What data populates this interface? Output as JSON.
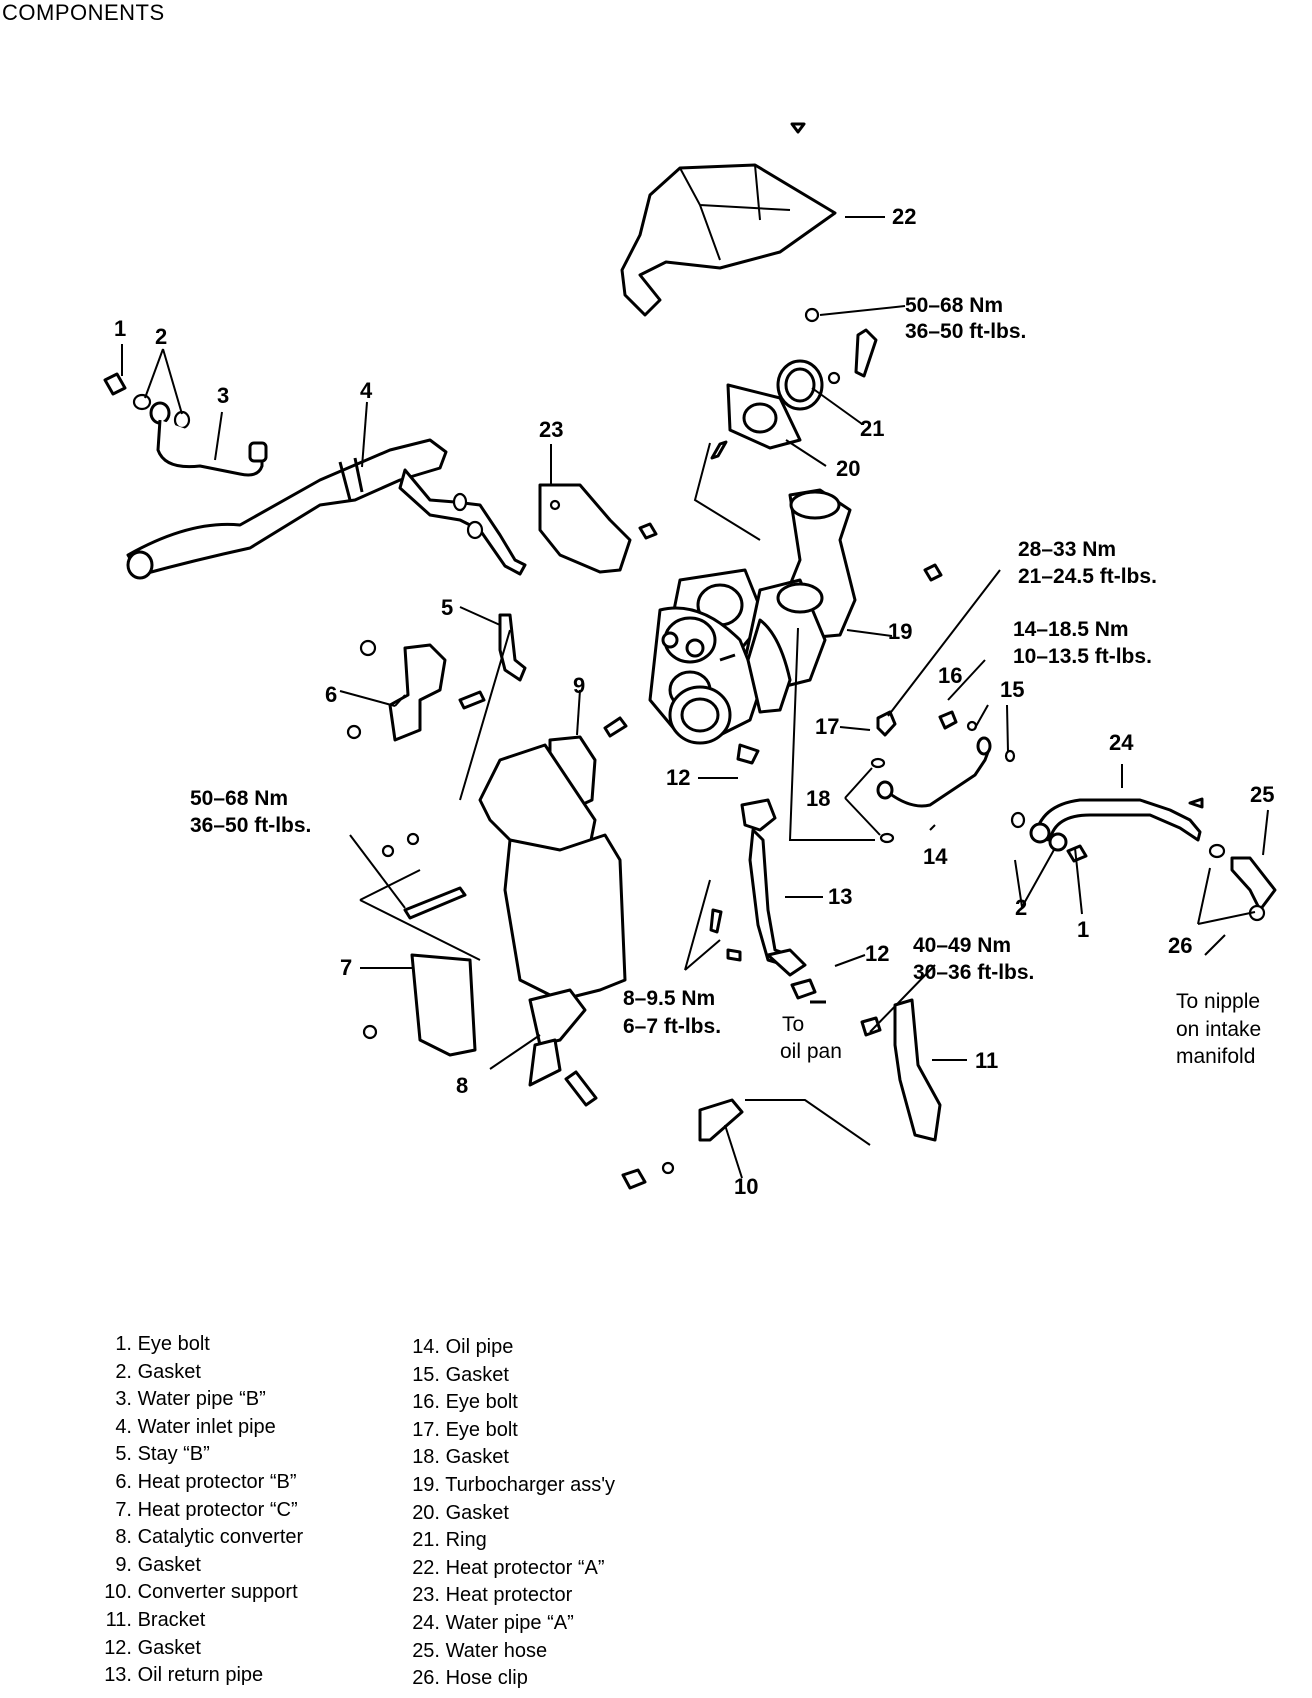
{
  "title": "COMPONENTS",
  "callouts": [
    {
      "id": "c22",
      "text": "22"
    },
    {
      "id": "c1a",
      "text": "1"
    },
    {
      "id": "c2a",
      "text": "2"
    },
    {
      "id": "c3",
      "text": "3"
    },
    {
      "id": "c4",
      "text": "4"
    },
    {
      "id": "c23",
      "text": "23"
    },
    {
      "id": "c21",
      "text": "21"
    },
    {
      "id": "c20",
      "text": "20"
    },
    {
      "id": "c5",
      "text": "5"
    },
    {
      "id": "c6",
      "text": "6"
    },
    {
      "id": "c9",
      "text": "9"
    },
    {
      "id": "c19",
      "text": "19"
    },
    {
      "id": "c16",
      "text": "16"
    },
    {
      "id": "c15",
      "text": "15"
    },
    {
      "id": "c17",
      "text": "17"
    },
    {
      "id": "c12a",
      "text": "12"
    },
    {
      "id": "c18",
      "text": "18"
    },
    {
      "id": "c24",
      "text": "24"
    },
    {
      "id": "c25",
      "text": "25"
    },
    {
      "id": "c14",
      "text": "14"
    },
    {
      "id": "c13",
      "text": "13"
    },
    {
      "id": "c2b",
      "text": "2"
    },
    {
      "id": "c1b",
      "text": "1"
    },
    {
      "id": "c26",
      "text": "26"
    },
    {
      "id": "c7",
      "text": "7"
    },
    {
      "id": "c12b",
      "text": "12"
    },
    {
      "id": "c11",
      "text": "11"
    },
    {
      "id": "c8",
      "text": "8"
    },
    {
      "id": "c10",
      "text": "10"
    }
  ],
  "torque_specs": [
    {
      "id": "t1",
      "nm": "50–68 Nm",
      "ftlbs": "36–50 ft-lbs."
    },
    {
      "id": "t2",
      "nm": "28–33 Nm",
      "ftlbs": "21–24.5 ft-lbs."
    },
    {
      "id": "t3",
      "nm": "14–18.5 Nm",
      "ftlbs": "10–13.5 ft-lbs."
    },
    {
      "id": "t4",
      "nm": "50–68 Nm",
      "ftlbs": "36–50 ft-lbs."
    },
    {
      "id": "t5",
      "nm": "40–49 Nm",
      "ftlbs": "30–36 ft-lbs."
    },
    {
      "id": "t6",
      "nm": "8–9.5 Nm",
      "ftlbs": "6–7 ft-lbs."
    }
  ],
  "notes": {
    "oil_pan": [
      "To",
      "oil pan"
    ],
    "nipple": [
      "To nipple",
      "on intake",
      "manifold"
    ]
  },
  "legend": [
    {
      "num": "1.",
      "label": "Eye bolt"
    },
    {
      "num": "2.",
      "label": "Gasket"
    },
    {
      "num": "3.",
      "label": "Water pipe “B”"
    },
    {
      "num": "4.",
      "label": "Water inlet pipe"
    },
    {
      "num": "5.",
      "label": "Stay “B”"
    },
    {
      "num": "6.",
      "label": "Heat protector “B”"
    },
    {
      "num": "7.",
      "label": "Heat protector “C”"
    },
    {
      "num": "8.",
      "label": "Catalytic converter"
    },
    {
      "num": "9.",
      "label": "Gasket"
    },
    {
      "num": "10.",
      "label": "Converter support"
    },
    {
      "num": "11.",
      "label": "Bracket"
    },
    {
      "num": "12.",
      "label": "Gasket"
    },
    {
      "num": "13.",
      "label": "Oil return pipe"
    },
    {
      "num": "14.",
      "label": "Oil pipe"
    },
    {
      "num": "15.",
      "label": "Gasket"
    },
    {
      "num": "16.",
      "label": "Eye bolt"
    },
    {
      "num": "17.",
      "label": "Eye bolt"
    },
    {
      "num": "18.",
      "label": "Gasket"
    },
    {
      "num": "19.",
      "label": "Turbocharger ass'y"
    },
    {
      "num": "20.",
      "label": "Gasket"
    },
    {
      "num": "21.",
      "label": "Ring"
    },
    {
      "num": "22.",
      "label": "Heat protector “A”"
    },
    {
      "num": "23.",
      "label": "Heat protector"
    },
    {
      "num": "24.",
      "label": "Water pipe “A”"
    },
    {
      "num": "25.",
      "label": "Water hose"
    },
    {
      "num": "26.",
      "label": "Hose clip"
    }
  ]
}
